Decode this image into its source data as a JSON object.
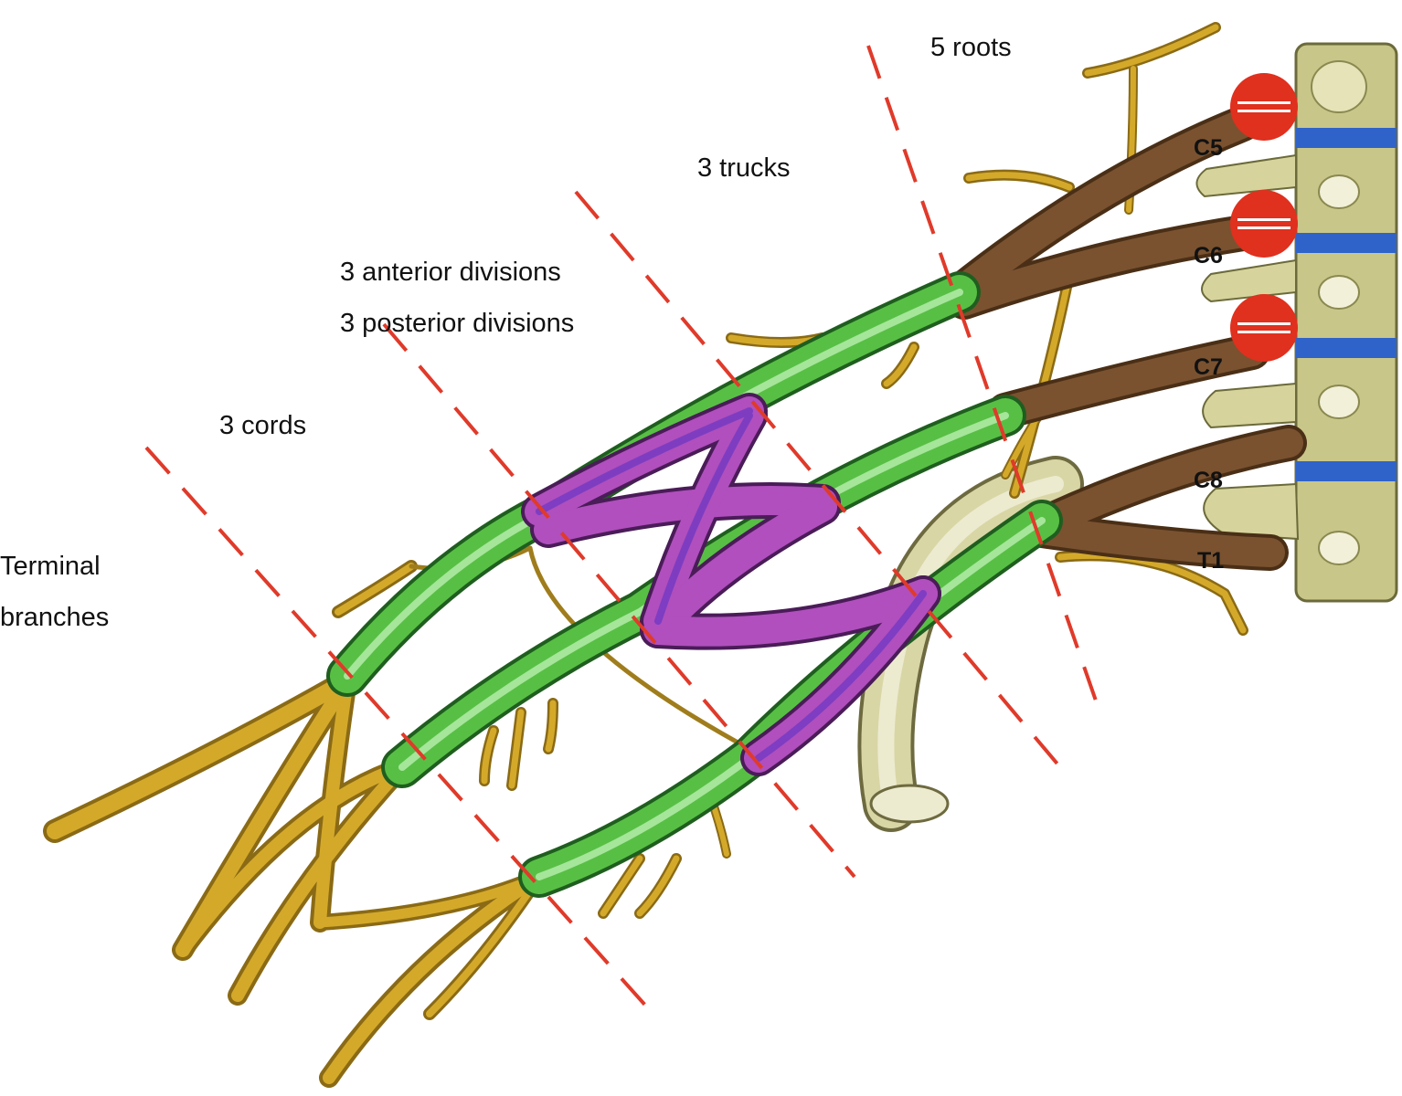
{
  "labels": {
    "roots": "5 roots",
    "trunks": "3  trucks",
    "anterior_divisions": "3  anterior divisions",
    "posterior_divisions": "3 posterior divisions",
    "cords": "3  cords",
    "terminal_line1": "Terminal",
    "terminal_line2": "branches"
  },
  "roots": [
    "C5",
    "C6",
    "C7",
    "C8",
    "T1"
  ],
  "blocked_roots": [
    "C5",
    "C6",
    "C7"
  ],
  "colors": {
    "root": "#7a5230",
    "trunk": "#5cc24a",
    "division": "#a34ab5",
    "terminal": "#c9a227",
    "boundary_line": "#e03a2a",
    "badge": "#e0301e",
    "vertebra": "#c8c48a",
    "disc": "#2f63c9"
  }
}
